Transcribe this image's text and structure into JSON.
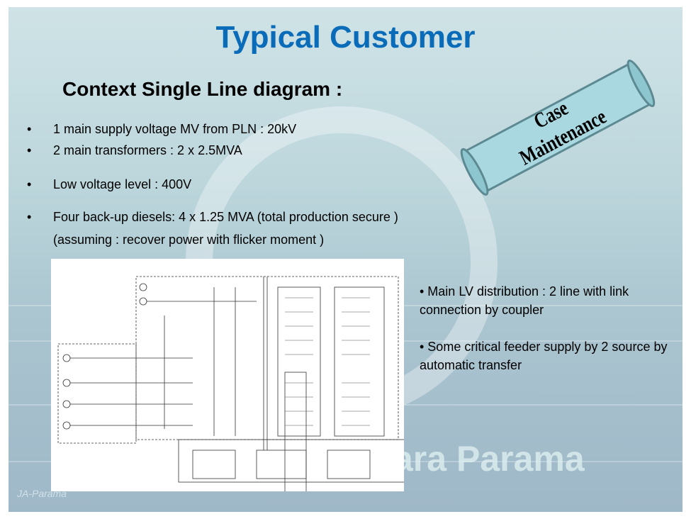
{
  "title": "Typical Customer",
  "subtitle": "Context Single Line diagram :",
  "bullets": [
    "1 main supply voltage MV from PLN : 20kV",
    "2 main transformers : 2 x 2.5MVA",
    "Low voltage level : 400V",
    "Four back-up diesels: 4 x 1.25 MVA (total production secure )"
  ],
  "bullet_continuation": "(assuming : recover power with flicker moment )",
  "bullet_symbol": "•",
  "right_notes": [
    "• Main LV distribution  : 2 line with link connection by coupler",
    "• Some critical feeder supply by 2 source by automatic transfer"
  ],
  "banner": {
    "line1": "Case",
    "line2": "Maintenance",
    "color": "#a9d8e0"
  },
  "watermark": "ara Parama",
  "footer": "JA-Parama",
  "colors": {
    "title": "#0a6bb8"
  }
}
